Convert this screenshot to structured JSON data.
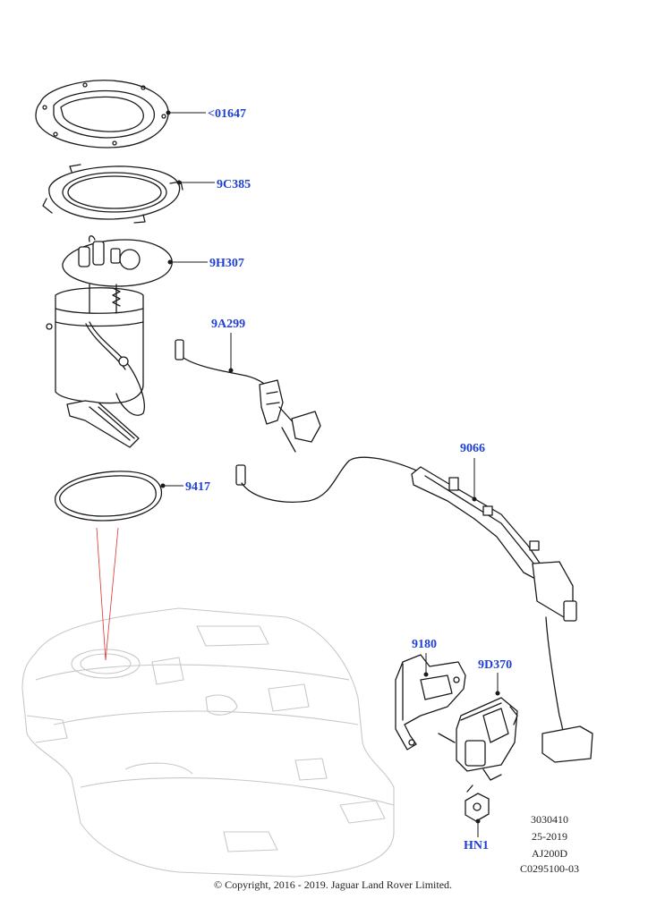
{
  "callouts": {
    "c01647": "<01647",
    "c9c385": "9C385",
    "c9h307": "9H307",
    "c9a299": "9A299",
    "c9417": "9417",
    "c9066": "9066",
    "c9180": "9180",
    "c9d370": "9D370",
    "chn1": "HN1"
  },
  "reference": {
    "line1": "3030410",
    "line2": "25-2019",
    "line3": "AJ200D",
    "line4": "C0295100-03"
  },
  "copyright": "© Copyright, 2016 - 2019. Jaguar Land Rover Limited.",
  "colors": {
    "callout": "#1f3fd0",
    "line": "#1a1a1a",
    "ghost": "#c8c8c8",
    "guide": "#e03030"
  }
}
